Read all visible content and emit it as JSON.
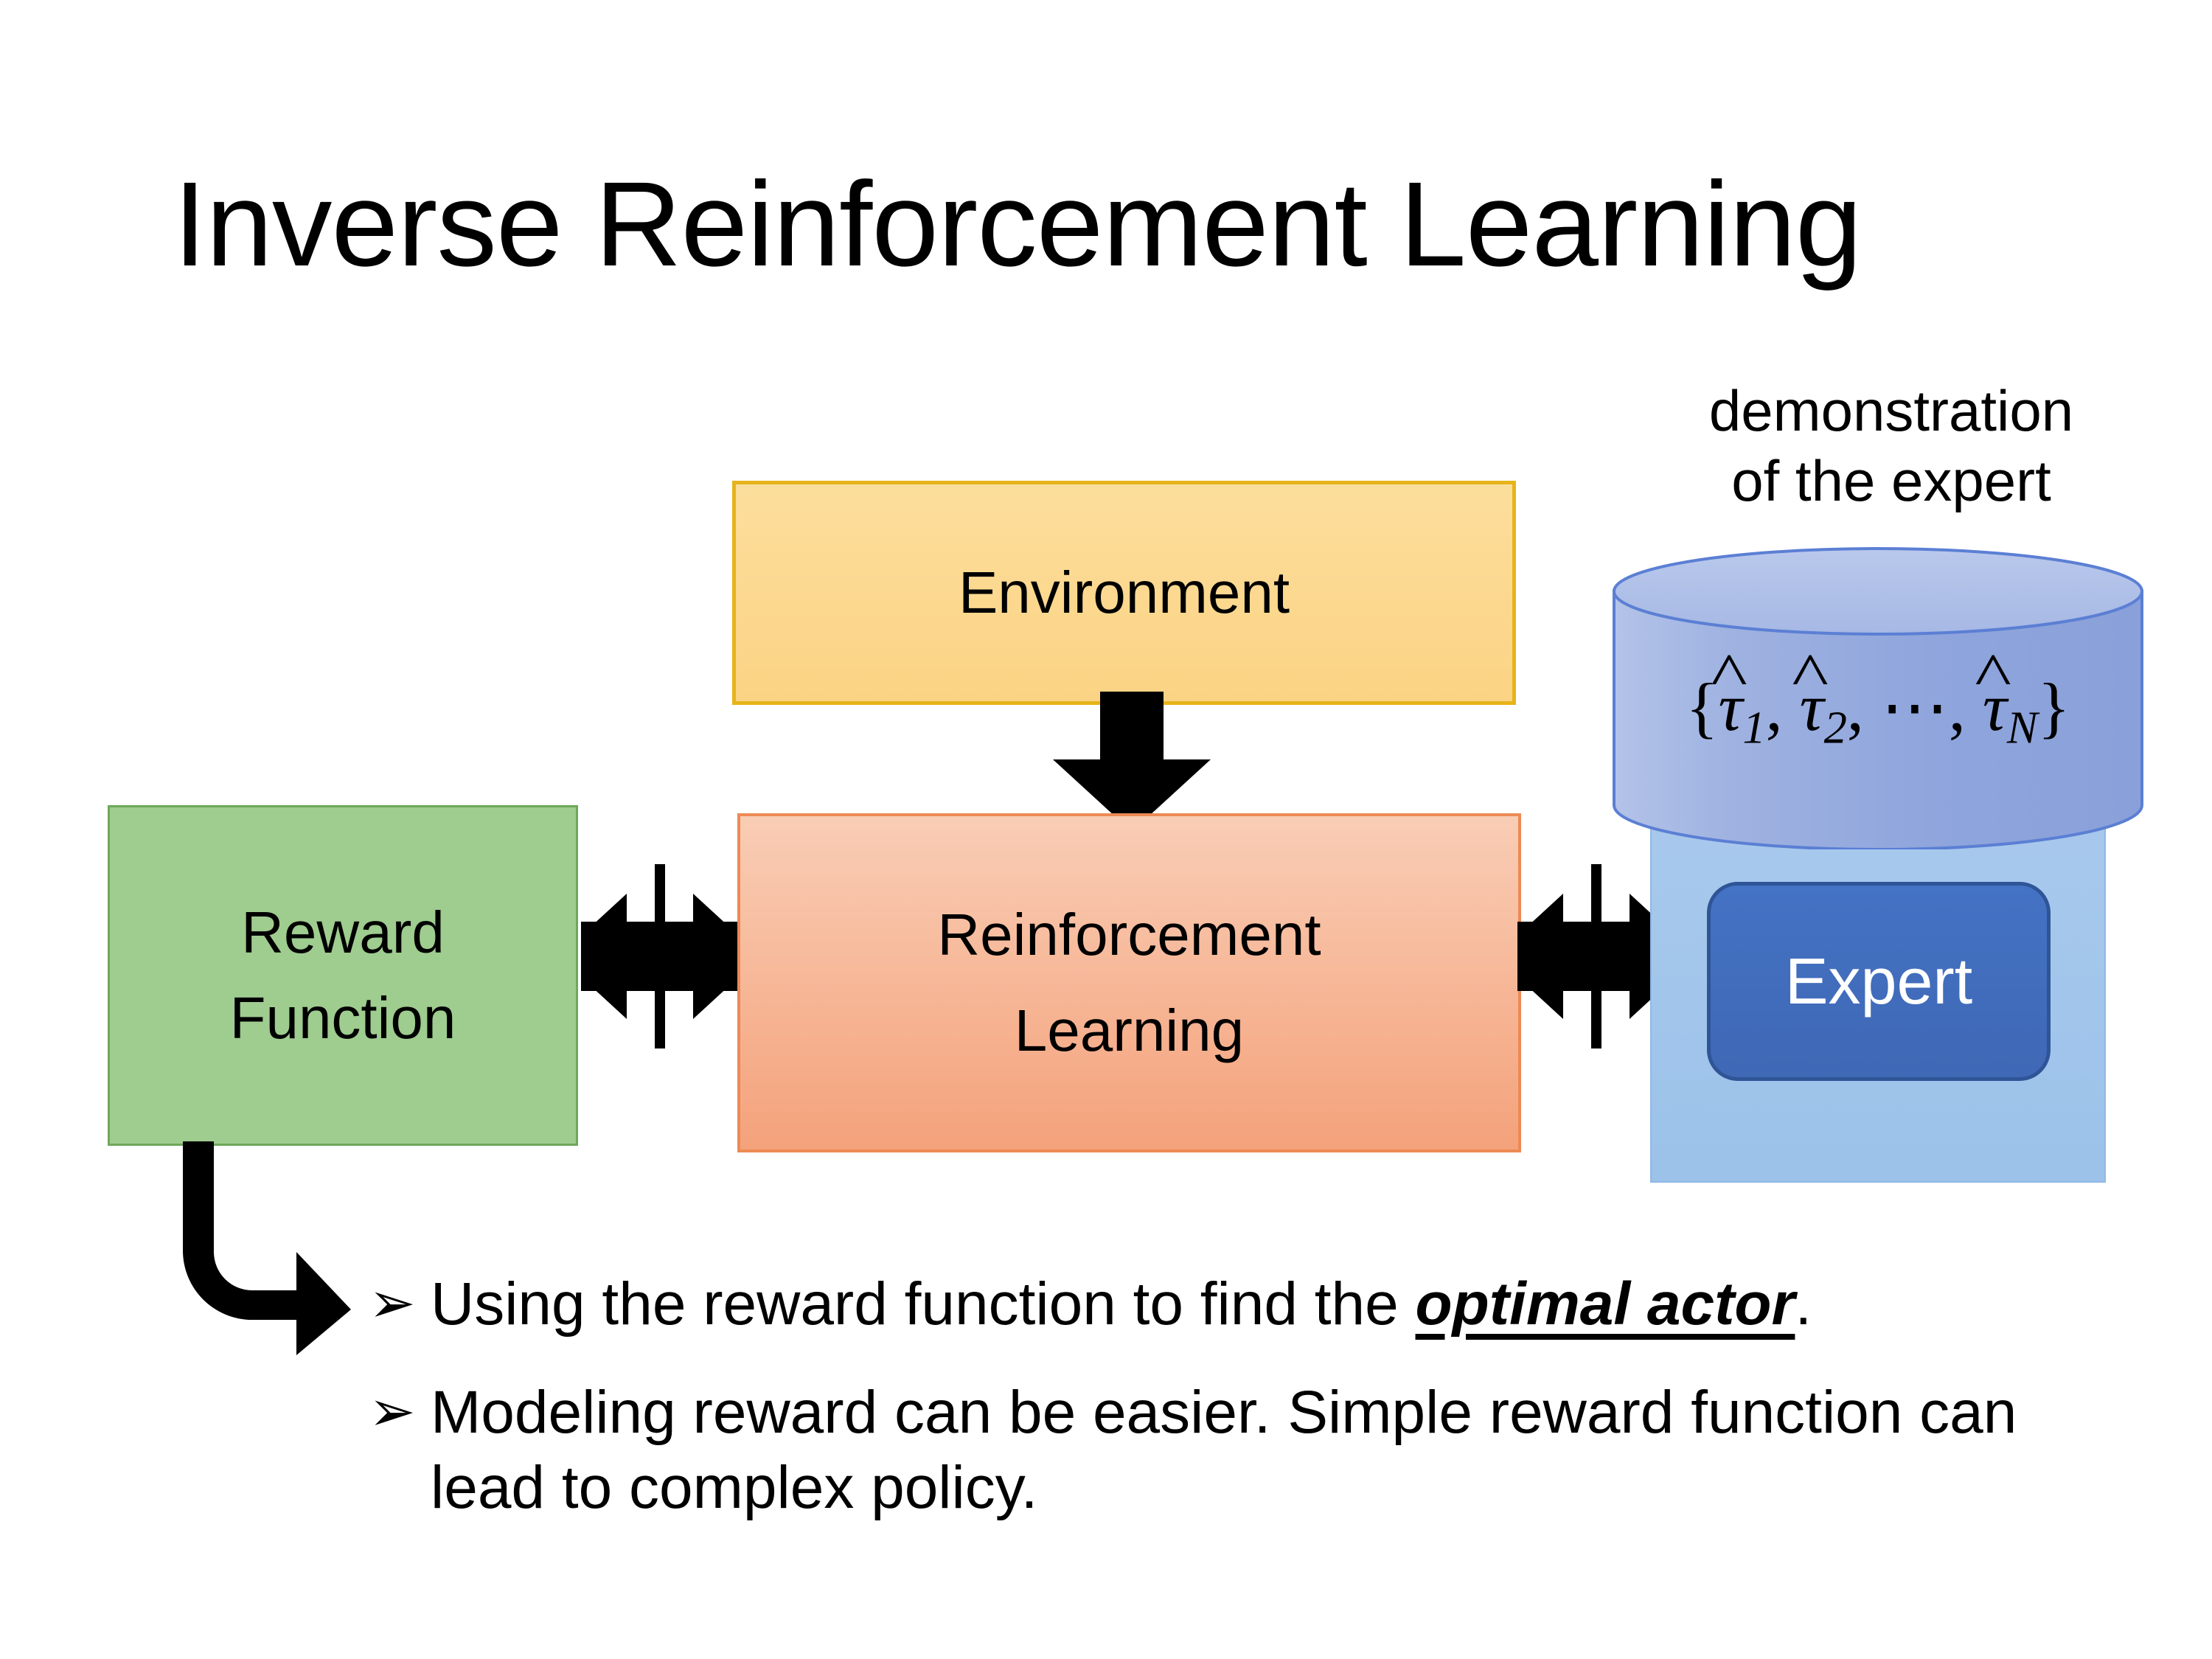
{
  "slide": {
    "title": "Inverse Reinforcement Learning",
    "background_color": "#FFFFFF"
  },
  "diagram": {
    "environment": {
      "label": "Environment",
      "fill_color": "#FBD384",
      "border_color": "#E6B41A"
    },
    "reinforcement_learning": {
      "label": "Reinforcement\nLearning",
      "line1": "Reinforcement",
      "line2": "Learning",
      "fill_color": "#F4A27B",
      "border_color": "#EC8A54"
    },
    "reward_function": {
      "line1": "Reward",
      "line2": "Function",
      "fill_color": "#9FCC8F",
      "border_color": "#6FA75C"
    },
    "demonstration": {
      "caption_line1": "demonstration",
      "caption_line2": "of the expert",
      "cylinder_fill_color": "#9AAEE0",
      "formula": {
        "open_brace": "{",
        "items": [
          "τ̂₁",
          "τ̂₂",
          "⋯",
          "τ̂ₙ"
        ],
        "tau": "τ",
        "sub1": "1",
        "sub2": "2",
        "subN": "N",
        "ellipsis": "⋯",
        "comma": ",",
        "close_brace": "}",
        "plain": "{τ̂1, τ̂2, ⋯, τ̂N}"
      }
    },
    "expert": {
      "label": "Expert",
      "fill_color": "#4472C4",
      "border_color": "#2F5597",
      "text_color": "#FFFFFF",
      "panel_fill_color": "#A8C9EC"
    },
    "connectors": [
      {
        "name": "environment-to-rl",
        "type": "down-block-arrow",
        "color": "#000000"
      },
      {
        "name": "reward-to-rl",
        "type": "quad-arrow",
        "color": "#000000"
      },
      {
        "name": "rl-to-expert",
        "type": "quad-arrow",
        "color": "#000000"
      },
      {
        "name": "reward-to-bullets",
        "type": "bent-elbow-arrow",
        "color": "#000000"
      }
    ]
  },
  "bullets": {
    "marker": "➢",
    "items": [
      {
        "prefix": "Using the reward function to find the ",
        "emphasis": "optimal actor",
        "suffix": "."
      },
      {
        "prefix": "Modeling reward can be easier. Simple reward function can lead to complex policy.",
        "emphasis": "",
        "suffix": ""
      }
    ]
  }
}
